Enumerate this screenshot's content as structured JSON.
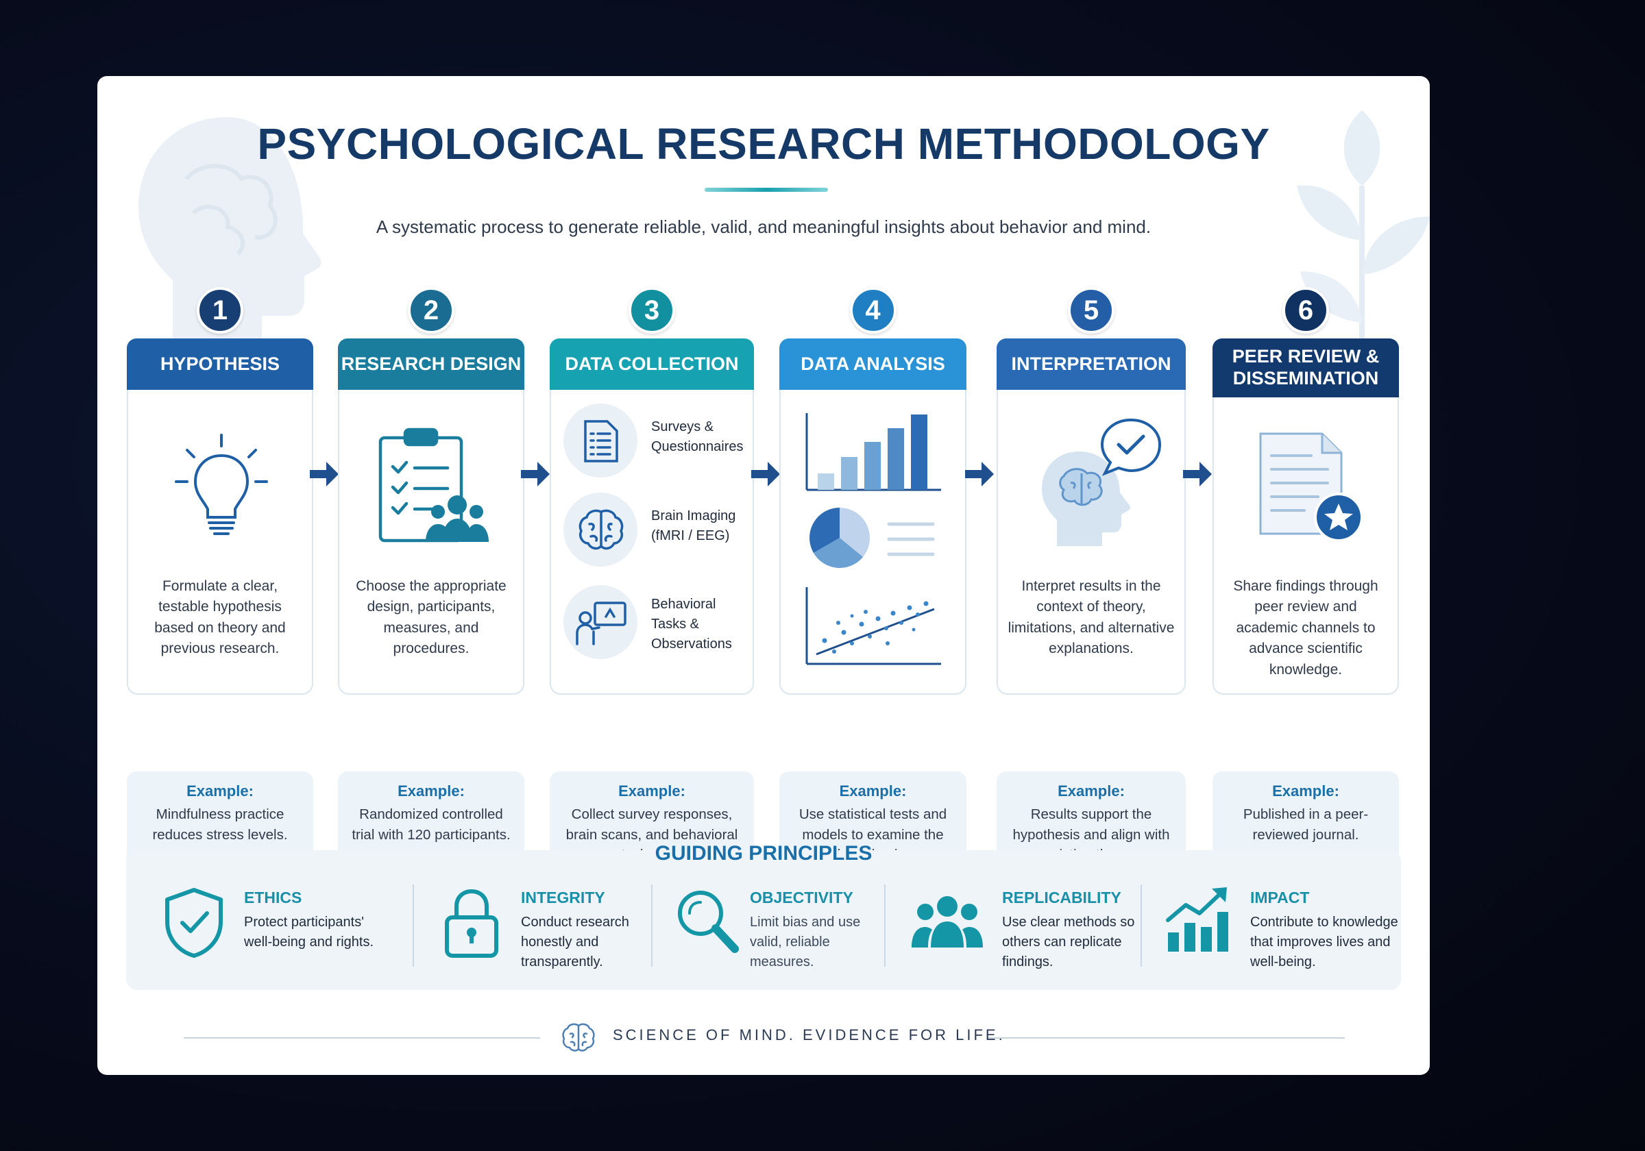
{
  "header": {
    "title": "PSYCHOLOGICAL RESEARCH METHODOLOGY",
    "subtitle": "A systematic process to generate reliable, valid, and meaningful insights about behavior and mind."
  },
  "colors": {
    "navy": "#173f74",
    "blue": "#1f6db3",
    "teal": "#1596a6",
    "sky": "#2b8fd6",
    "steel": "#2a66ad",
    "dark_navy": "#0f3262"
  },
  "steps": [
    {
      "number": "1",
      "title": "HYPOTHESIS",
      "icon": "lightbulb-icon",
      "description": "Formulate a clear, testable hypothesis based on theory and previous research.",
      "example_label": "Example:",
      "example": "Mindfulness practice reduces stress levels."
    },
    {
      "number": "2",
      "title": "RESEARCH DESIGN",
      "icon": "clipboard-checklist-icon",
      "description": "Choose the appropriate design, participants, measures, and procedures.",
      "example_label": "Example:",
      "example": "Randomized controlled trial with 120 participants."
    },
    {
      "number": "3",
      "title": "DATA COLLECTION",
      "items": [
        {
          "label": "Surveys & Questionnaires",
          "icon": "survey-document-icon"
        },
        {
          "label": "Brain Imaging (fMRI / EEG)",
          "icon": "brain-icon"
        },
        {
          "label": "Behavioral Tasks & Observations",
          "icon": "person-at-screen-icon"
        }
      ],
      "example_label": "Example:",
      "example": "Collect survey responses, brain scans, and behavioral task data."
    },
    {
      "number": "4",
      "title": "DATA ANALYSIS",
      "icon": "charts-icon",
      "example_label": "Example:",
      "example": "Use statistical tests and models to examine the hypothesis."
    },
    {
      "number": "5",
      "title": "INTERPRETATION",
      "icon": "head-brain-check-icon",
      "description": "Interpret results in the context of theory, limitations, and alternative explanations.",
      "example_label": "Example:",
      "example": "Results support the hypothesis and align with existing theory."
    },
    {
      "number": "6",
      "title": "PEER REVIEW & DISSEMINATION",
      "icon": "document-star-icon",
      "description": "Share findings through peer review and academic channels to advance scientific knowledge.",
      "example_label": "Example:",
      "example": "Published in a peer-reviewed journal."
    }
  ],
  "principles": {
    "title": "GUIDING PRINCIPLES",
    "items": [
      {
        "name": "ETHICS",
        "text": "Protect participants' well-being and rights.",
        "icon": "shield-check-icon"
      },
      {
        "name": "INTEGRITY",
        "text": "Conduct research honestly and transparently.",
        "icon": "padlock-icon"
      },
      {
        "name": "OBJECTIVITY",
        "text": "Limit bias and use valid, reliable measures.",
        "icon": "magnifier-icon"
      },
      {
        "name": "REPLICABILITY",
        "text": "Use clear methods so others can replicate findings.",
        "icon": "group-icon"
      },
      {
        "name": "IMPACT",
        "text": "Contribute to knowledge that improves lives and well-being.",
        "icon": "growth-chart-icon"
      }
    ]
  },
  "footer": {
    "tagline": "SCIENCE OF MIND.  EVIDENCE FOR LIFE.",
    "icon": "brain-icon"
  }
}
